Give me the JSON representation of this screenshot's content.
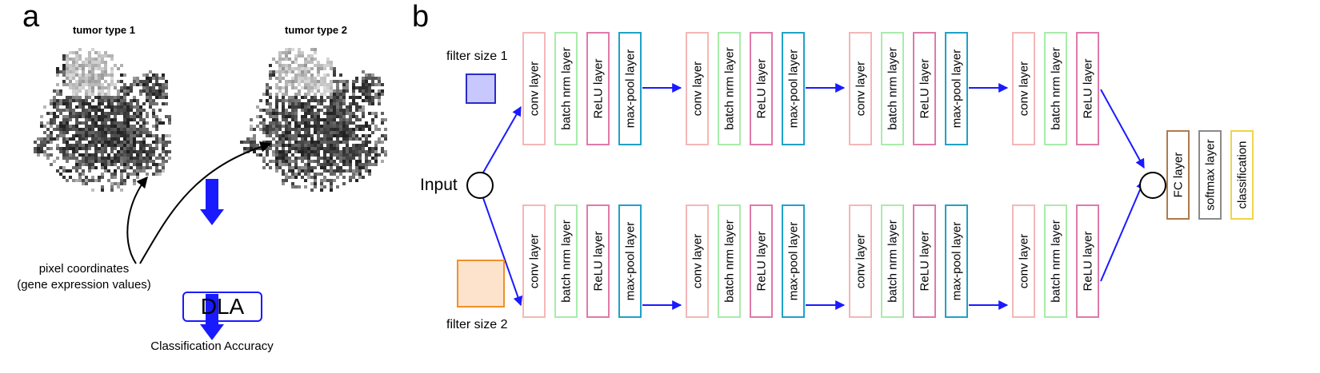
{
  "panels": {
    "a": {
      "letter": "a",
      "map_titles": [
        "tumor type 1",
        "tumor type 2"
      ],
      "pixel_note_line1": "pixel coordinates",
      "pixel_note_line2": "(gene expression values)",
      "dla_label": "DLA",
      "result_label": "Classification Accuracy"
    },
    "b": {
      "letter": "b",
      "input_label": "Input",
      "filter_size_1": "filter size 1",
      "filter_size_2": "filter size 2",
      "branch_layers": [
        "conv layer",
        "batch nrm layer",
        "ReLU layer",
        "max-pool layer",
        "conv layer",
        "batch nrm layer",
        "ReLU layer",
        "max-pool layer",
        "conv layer",
        "batch nrm layer",
        "ReLU layer",
        "max-pool layer",
        "conv layer",
        "batch nrm layer",
        "ReLU layer"
      ],
      "head_layers": [
        "FC layer",
        "softmax layer",
        "classification"
      ]
    }
  },
  "colors": {
    "arrow": "#1a1aff",
    "conv": "#f4b7b7",
    "batch_norm": "#a8ecaa",
    "relu": "#e07aa9",
    "max_pool": "#1fa2c8",
    "fc": "#b07a4a",
    "softmax": "#8a8a8a",
    "classification": "#f0d44a",
    "filter1_fill": "#c8c8ff",
    "filter1_border": "#2a2acc",
    "filter2_fill": "#fde3cc",
    "filter2_border": "#f0902a"
  }
}
